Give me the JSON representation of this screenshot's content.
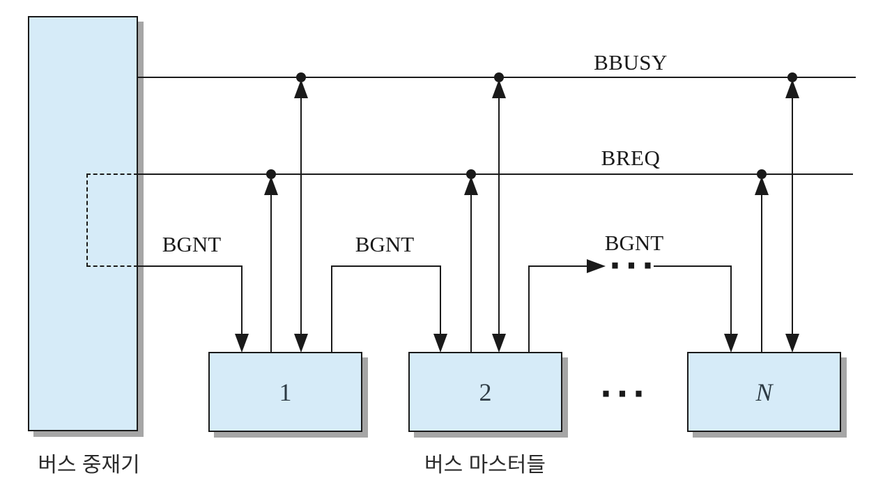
{
  "signals": {
    "bbusy": "BBUSY",
    "breq": "BREQ"
  },
  "bgnt_labels": [
    "BGNT",
    "BGNT",
    "BGNT"
  ],
  "arbiter": {
    "label": "버스 중재기"
  },
  "masters": {
    "caption": "버스 마스터들",
    "ids": [
      "1",
      "2",
      "N"
    ]
  },
  "ellipsis": {
    "chain": "···",
    "row": "···"
  },
  "colors": {
    "box_fill": "#d6ebf8",
    "line": "#1a1a1a",
    "shadow": "#a6a6a6",
    "text": "#1a1a1a"
  }
}
